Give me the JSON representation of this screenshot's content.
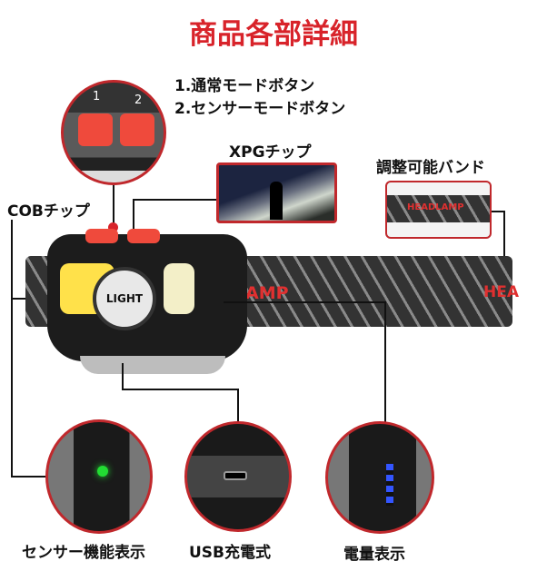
{
  "title": "商品各部詳細",
  "callouts": {
    "buttons_line1": "1.通常モードボタン",
    "buttons_line2": "2.センサーモードボタン",
    "button_numbers": [
      "1",
      "2"
    ],
    "xpg": "XPGチップ",
    "band": "調整可能バンド",
    "cob": "COBチップ",
    "sensor": "センサー機能表示",
    "usb": "USB充電式",
    "battery": "電量表示"
  },
  "product_print": {
    "logo": "LIGHT",
    "band_text": "AMP",
    "band_text_right": "HEA",
    "band_detail_text": "HEADLAMP"
  },
  "colors": {
    "accent": "#d8232a",
    "button": "#ef4a3c",
    "indicator_green": "#22dd33",
    "indicator_blue": "#3355ff"
  }
}
